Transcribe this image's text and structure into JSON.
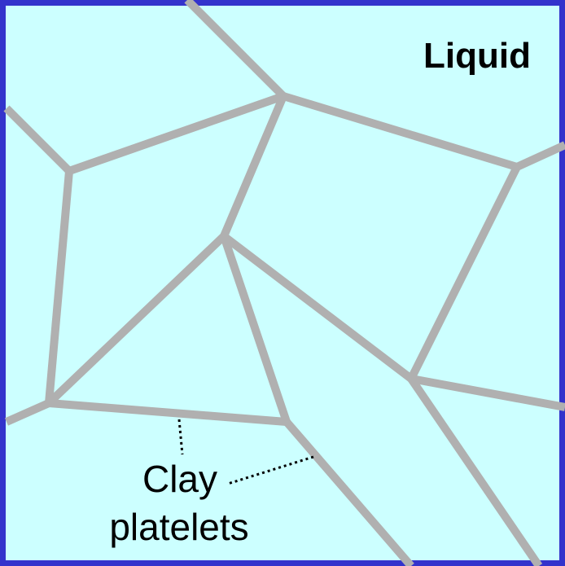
{
  "labels": {
    "liquid": "Liquid",
    "clay_line1": "Clay",
    "clay_line2": "platelets"
  },
  "colors": {
    "background": "#ccffff",
    "border": "#3333cc",
    "platelet": "#b0b0b0",
    "text": "#000000"
  }
}
